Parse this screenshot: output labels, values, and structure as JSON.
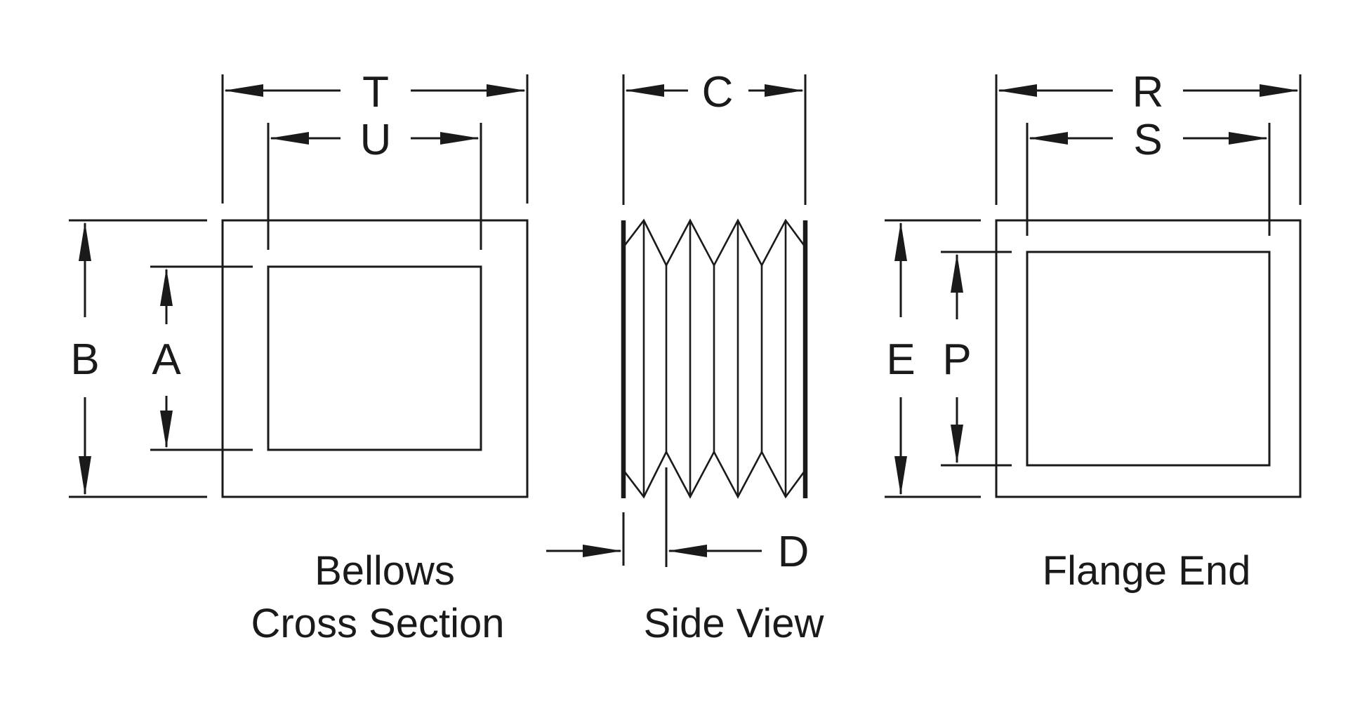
{
  "labels": {
    "T": "T",
    "U": "U",
    "C": "C",
    "R": "R",
    "S": "S",
    "B": "B",
    "A": "A",
    "E": "E",
    "P": "P",
    "D": "D"
  },
  "captions": {
    "bellows_line1": "Bellows",
    "bellows_line2": "Cross Section",
    "side_view": "Side View",
    "flange_end": "Flange End"
  },
  "colors": {
    "ink": "#1a1a1a",
    "background": "#ffffff"
  }
}
